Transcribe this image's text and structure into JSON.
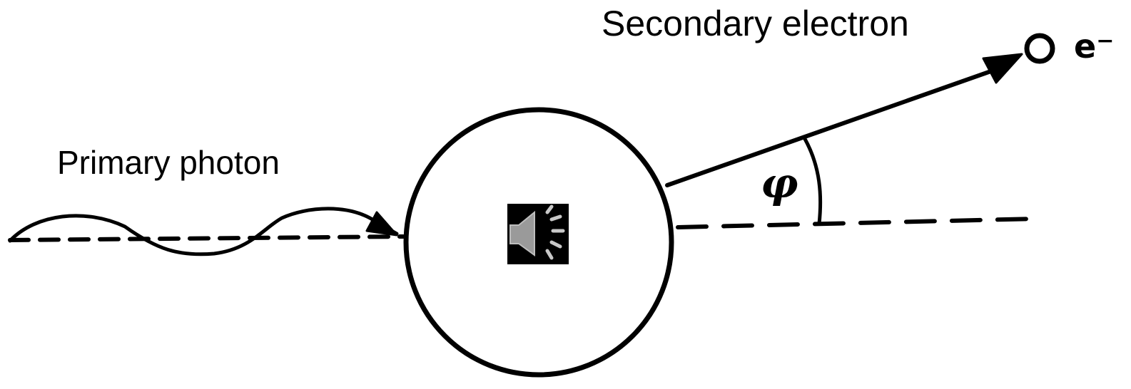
{
  "labels": {
    "secondary_electron": "Secondary electron",
    "primary_photon": "Primary photon",
    "electron_symbol": "e",
    "electron_charge": "−",
    "angle_symbol": "φ"
  },
  "icons": {
    "audio": "speaker-icon"
  },
  "colors": {
    "ink": "#000000",
    "background": "#ffffff",
    "speaker_cone": "#9a9a9a",
    "speaker_waves": "#c8c8c8"
  }
}
